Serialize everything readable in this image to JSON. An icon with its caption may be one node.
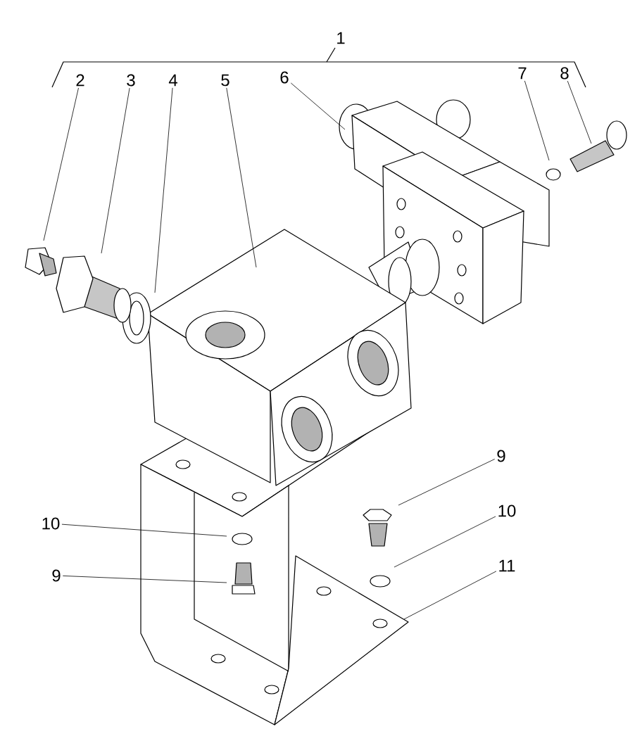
{
  "diagram": {
    "nodes": [
      {
        "text": [
          "2"
        ]
      },
      {
        "text": [
          "3"
        ]
      },
      {
        "text": [
          "4"
        ]
      },
      {
        "text": [
          "5"
        ]
      },
      {
        "text": [
          "6"
        ]
      },
      {
        "text": [
          "7"
        ]
      },
      {
        "text": [
          "8"
        ]
      },
      {
        "text": [
          "9"
        ]
      },
      {
        "text": [
          "10"
        ]
      },
      {
        "text": [
          "10"
        ]
      },
      {
        "text": [
          "11"
        ]
      },
      {
        "text": [
          "9"
        ]
      }
    ],
    "edges": [
      {
        "from": 0,
        "to": null,
        "arrow": "none"
      },
      {
        "from": 1,
        "to": null,
        "arrow": "none"
      },
      {
        "from": 2,
        "to": null,
        "arrow": "none"
      },
      {
        "from": 3,
        "to": null,
        "arrow": "none"
      },
      {
        "from": 4,
        "to": null,
        "arrow": "none"
      },
      {
        "from": 5,
        "to": null,
        "arrow": "none"
      },
      {
        "from": 6,
        "to": null,
        "arrow": "none"
      },
      {
        "from": 7,
        "to": null,
        "arrow": "none"
      },
      {
        "from": 8,
        "to": null,
        "arrow": "none"
      },
      {
        "from": 9,
        "to": null,
        "arrow": "none"
      },
      {
        "from": 10,
        "to": null,
        "arrow": "none"
      },
      {
        "from": 11,
        "to": null,
        "arrow": "none"
      }
    ],
    "labels": [
      "1"
    ]
  }
}
